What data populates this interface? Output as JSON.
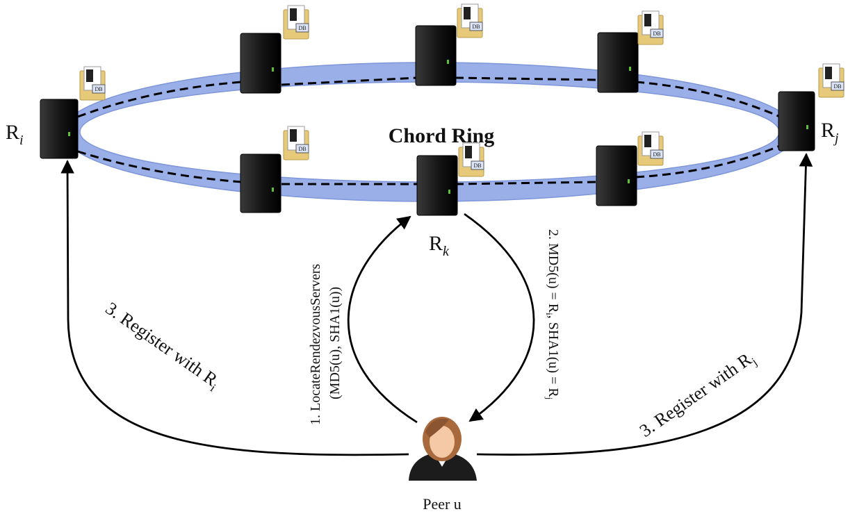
{
  "ring": {
    "title": "Chord Ring"
  },
  "nodes": {
    "ri": {
      "label": "R",
      "sub": "i"
    },
    "rj": {
      "label": "R",
      "sub": "j"
    },
    "rk": {
      "label": "R",
      "sub": "k"
    },
    "peer": {
      "label": "Peer u"
    }
  },
  "db_badge": "DB",
  "steps": {
    "step1_line1": "1. LocateRendezvousServers",
    "step1_line2": "(MD5(u), SHA1(u))",
    "step2_a": "2. MD5(u) = R",
    "step2_sub1": "i",
    "step2_b": ", SHA1(u) = R",
    "step2_sub2": "j",
    "step3_left": "3. Register with R",
    "step3_left_sub": "i",
    "step3_right": "3. Register with R",
    "step3_right_sub": "j"
  },
  "colors": {
    "ring": "#9aaee8",
    "server": "#111111",
    "folder": "#e7c97a"
  }
}
